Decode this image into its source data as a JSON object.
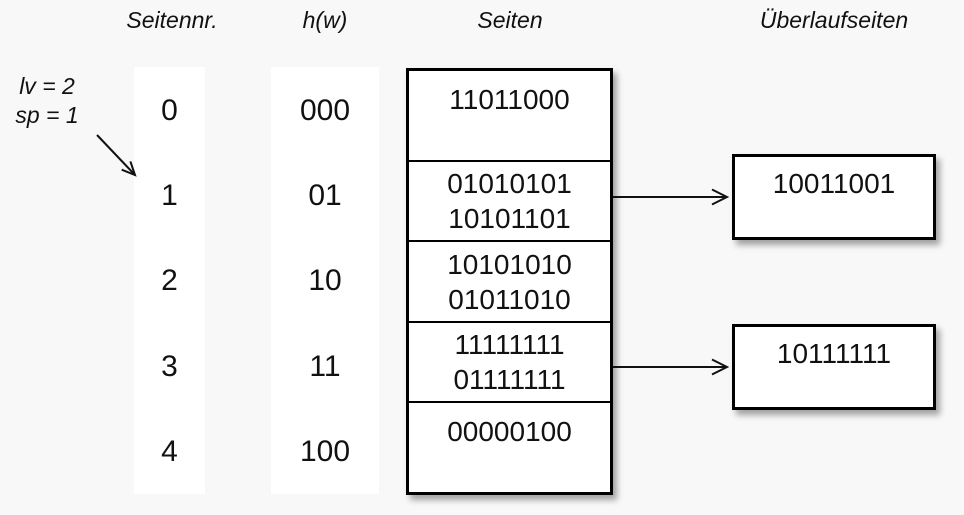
{
  "headers": {
    "seitennr": "Seitennr.",
    "hw": "h(w)",
    "seiten": "Seiten",
    "ueberlauf": "Überlaufseiten"
  },
  "annotation": {
    "lv": "lv = 2",
    "sp": "sp = 1"
  },
  "rows": [
    {
      "nr": "0",
      "hash": "000",
      "entries": [
        "11011000"
      ],
      "overflow": null
    },
    {
      "nr": "1",
      "hash": "01",
      "entries": [
        "01010101",
        "10101101"
      ],
      "overflow": "10011001"
    },
    {
      "nr": "2",
      "hash": "10",
      "entries": [
        "10101010",
        "01011010"
      ],
      "overflow": null
    },
    {
      "nr": "3",
      "hash": "11",
      "entries": [
        "11111111",
        "01111111"
      ],
      "overflow": "10111111"
    },
    {
      "nr": "4",
      "hash": "100",
      "entries": [
        "00000100"
      ],
      "overflow": null
    }
  ],
  "colors": {
    "background": "#f8f8f8",
    "box_fill": "#ffffff",
    "border": "#000000",
    "text": "#111111"
  }
}
